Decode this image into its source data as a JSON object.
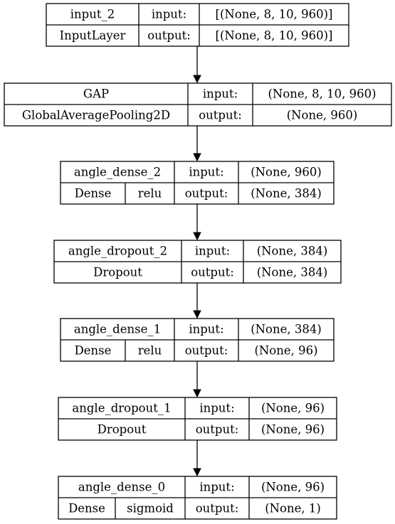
{
  "nodes": [
    {
      "id": "input_2",
      "name": "input_2",
      "type": "InputLayer",
      "activation": "",
      "input_label": "input:",
      "output_label": "output:",
      "input_shape": "[(None, 8, 10, 960)]",
      "output_shape": "[(None, 8, 10, 960)]"
    },
    {
      "id": "GAP",
      "name": "GAP",
      "type": "GlobalAveragePooling2D",
      "activation": "",
      "input_label": "input:",
      "output_label": "output:",
      "input_shape": "(None, 8, 10, 960)",
      "output_shape": "(None, 960)"
    },
    {
      "id": "angle_dense_2",
      "name": "angle_dense_2",
      "type": "Dense",
      "activation": "relu",
      "input_label": "input:",
      "output_label": "output:",
      "input_shape": "(None, 960)",
      "output_shape": "(None, 384)"
    },
    {
      "id": "angle_dropout_2",
      "name": "angle_dropout_2",
      "type": "Dropout",
      "activation": "",
      "input_label": "input:",
      "output_label": "output:",
      "input_shape": "(None, 384)",
      "output_shape": "(None, 384)"
    },
    {
      "id": "angle_dense_1",
      "name": "angle_dense_1",
      "type": "Dense",
      "activation": "relu",
      "input_label": "input:",
      "output_label": "output:",
      "input_shape": "(None, 384)",
      "output_shape": "(None, 96)"
    },
    {
      "id": "angle_dropout_1",
      "name": "angle_dropout_1",
      "type": "Dropout",
      "activation": "",
      "input_label": "input:",
      "output_label": "output:",
      "input_shape": "(None, 96)",
      "output_shape": "(None, 96)"
    },
    {
      "id": "angle_dense_0",
      "name": "angle_dense_0",
      "type": "Dense",
      "activation": "sigmoid",
      "input_label": "input:",
      "output_label": "output:",
      "input_shape": "(None, 96)",
      "output_shape": "(None, 1)"
    }
  ],
  "edges": [
    {
      "from": "input_2",
      "to": "GAP"
    },
    {
      "from": "GAP",
      "to": "angle_dense_2"
    },
    {
      "from": "angle_dense_2",
      "to": "angle_dropout_2"
    },
    {
      "from": "angle_dropout_2",
      "to": "angle_dense_1"
    },
    {
      "from": "angle_dense_1",
      "to": "angle_dropout_1"
    },
    {
      "from": "angle_dropout_1",
      "to": "angle_dense_0"
    }
  ]
}
